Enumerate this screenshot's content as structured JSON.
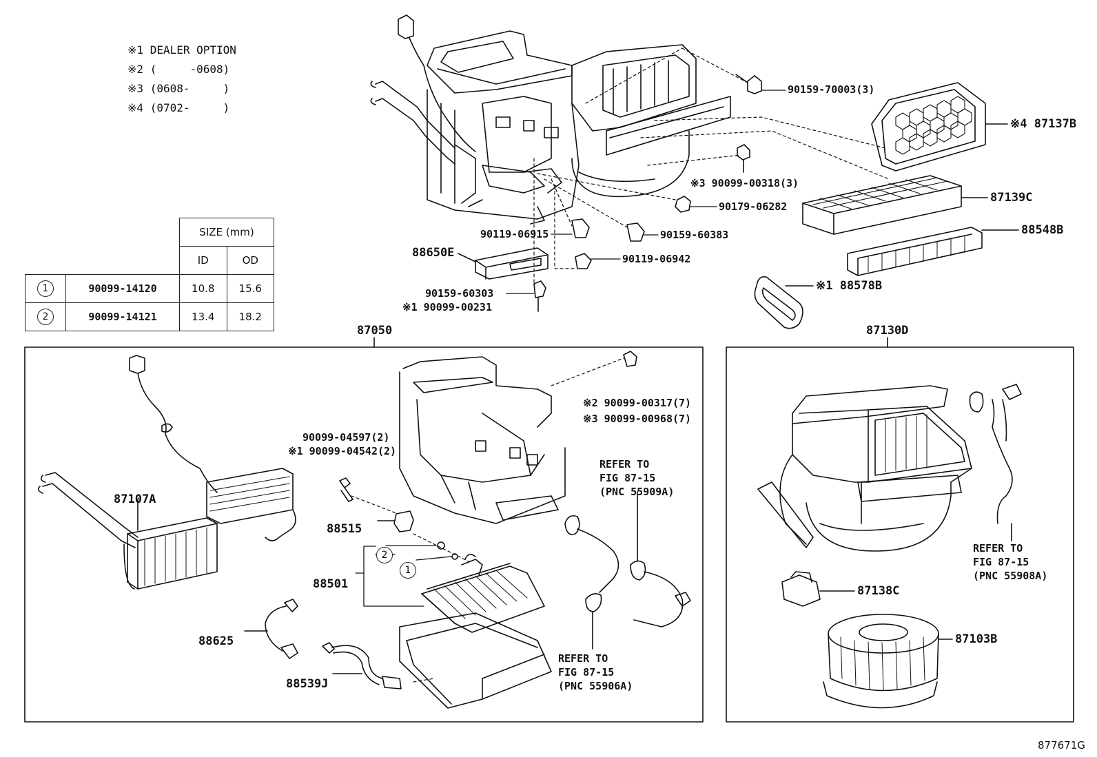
{
  "notes": [
    {
      "mark": "※1",
      "text": "DEALER OPTION"
    },
    {
      "mark": "※2",
      "text": "(     -0608)"
    },
    {
      "mark": "※3",
      "text": "(0608-     )"
    },
    {
      "mark": "※4",
      "text": "(0702-     )"
    }
  ],
  "size_table": {
    "header": "SIZE (mm)",
    "col_id": "ID",
    "col_od": "OD",
    "rows": [
      {
        "mark": "1",
        "part": "90099-14120",
        "id": "10.8",
        "od": "15.6"
      },
      {
        "mark": "2",
        "part": "90099-14121",
        "id": "13.4",
        "od": "18.2"
      }
    ]
  },
  "labels": {
    "p90159_70003": "90159-70003(3)",
    "p87137B": "※4 87137B",
    "p90099_00318": "※3 90099-00318(3)",
    "p90179_06282": "90179-06282",
    "p87139C": "87139C",
    "p88548B": "88548B",
    "p90119_06915": "90119-06915",
    "p90159_60383": "90159-60383",
    "p88650E": "88650E",
    "p90119_06942": "90119-06942",
    "p90159_60303": "90159-60303",
    "p90099_00231": "※1 90099-00231",
    "p88578B": "※1 88578B",
    "p87050": "87050",
    "p87130D": "87130D",
    "p90099_00317": "※2 90099-00317(7)",
    "p90099_00968": "※3 90099-00968(7)",
    "p90099_04597": "90099-04597(2)",
    "p90099_04542": "※1 90099-04542(2)",
    "p87107A": "87107A",
    "p88515": "88515",
    "p88501": "88501",
    "p88625": "88625",
    "p88539J": "88539J",
    "p87138C": "87138C",
    "p87103B": "87103B",
    "circle1": "1",
    "circle2": "2",
    "ref_55909A": [
      "REFER TO",
      "FIG 87-15",
      "(PNC 55909A)"
    ],
    "ref_55906A": [
      "REFER TO",
      "FIG 87-15",
      "(PNC 55906A)"
    ],
    "ref_55908A": [
      "REFER TO",
      "FIG 87-15",
      "(PNC 55908A)"
    ],
    "diagram_id": "877671G"
  }
}
